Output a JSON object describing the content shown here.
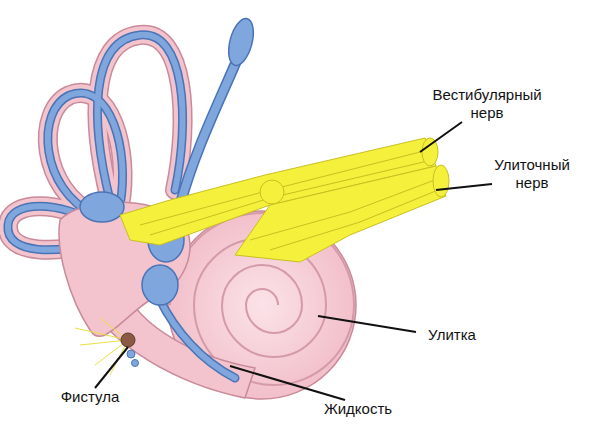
{
  "diagram": {
    "labels": [
      "Вестибулярный нерв",
      "Улиточный нерв",
      "Улитка",
      "Фистула",
      "Жидкость"
    ]
  }
}
